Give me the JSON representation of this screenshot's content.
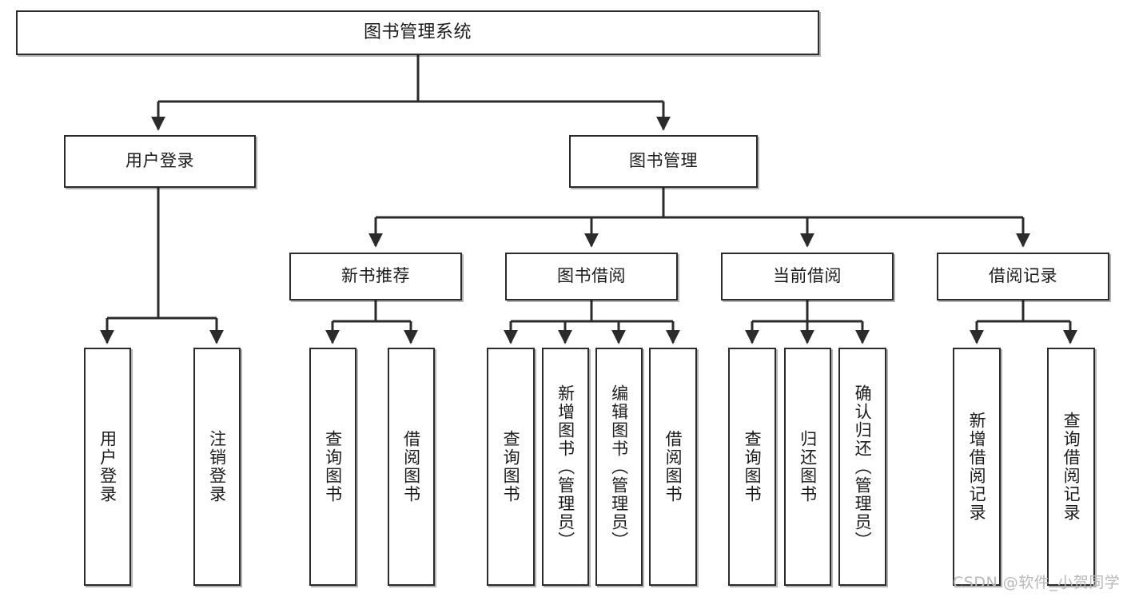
{
  "diagram": {
    "type": "tree-hierarchy",
    "title": "图书管理系统",
    "orientation": "top-down",
    "line_color": "#2b2b2b",
    "box_fill": "#ffffff",
    "text_color": "#1b1b1b",
    "watermark": "CSDN @软件_小贺同学",
    "watermark_color": "#b9b9b9"
  },
  "nodes": {
    "root": {
      "label": "图书管理系统",
      "level": 1
    },
    "level2": [
      {
        "id": "user-login",
        "label": "用户登录"
      },
      {
        "id": "book-manage",
        "label": "图书管理"
      }
    ],
    "level3": [
      {
        "id": "new-book-recommend",
        "label": "新书推荐",
        "parent": "book-manage"
      },
      {
        "id": "book-borrow",
        "label": "图书借阅",
        "parent": "book-manage"
      },
      {
        "id": "current-borrow",
        "label": "当前借阅",
        "parent": "book-manage"
      },
      {
        "id": "borrow-record",
        "label": "借阅记录",
        "parent": "book-manage"
      }
    ],
    "leaves": {
      "user-login": [
        {
          "id": "leaf-user-login",
          "label": "用户登录"
        },
        {
          "id": "leaf-logout",
          "label": "注销登录"
        }
      ],
      "new-book-recommend": [
        {
          "id": "leaf-query-book-1",
          "label": "查询图书"
        },
        {
          "id": "leaf-borrow-book-1",
          "label": "借阅图书"
        }
      ],
      "book-borrow": [
        {
          "id": "leaf-query-book-2",
          "label": "查询图书"
        },
        {
          "id": "leaf-add-book",
          "label": "新增图书（管理员）"
        },
        {
          "id": "leaf-edit-book",
          "label": "编辑图书（管理员）"
        },
        {
          "id": "leaf-borrow-book-2",
          "label": "借阅图书"
        }
      ],
      "current-borrow": [
        {
          "id": "leaf-query-book-3",
          "label": "查询图书"
        },
        {
          "id": "leaf-return-book",
          "label": "归还图书"
        },
        {
          "id": "leaf-confirm-return",
          "label": "确认归还（管理员）"
        }
      ],
      "borrow-record": [
        {
          "id": "leaf-add-record",
          "label": "新增借阅记录"
        },
        {
          "id": "leaf-query-record",
          "label": "查询借阅记录"
        }
      ]
    }
  }
}
